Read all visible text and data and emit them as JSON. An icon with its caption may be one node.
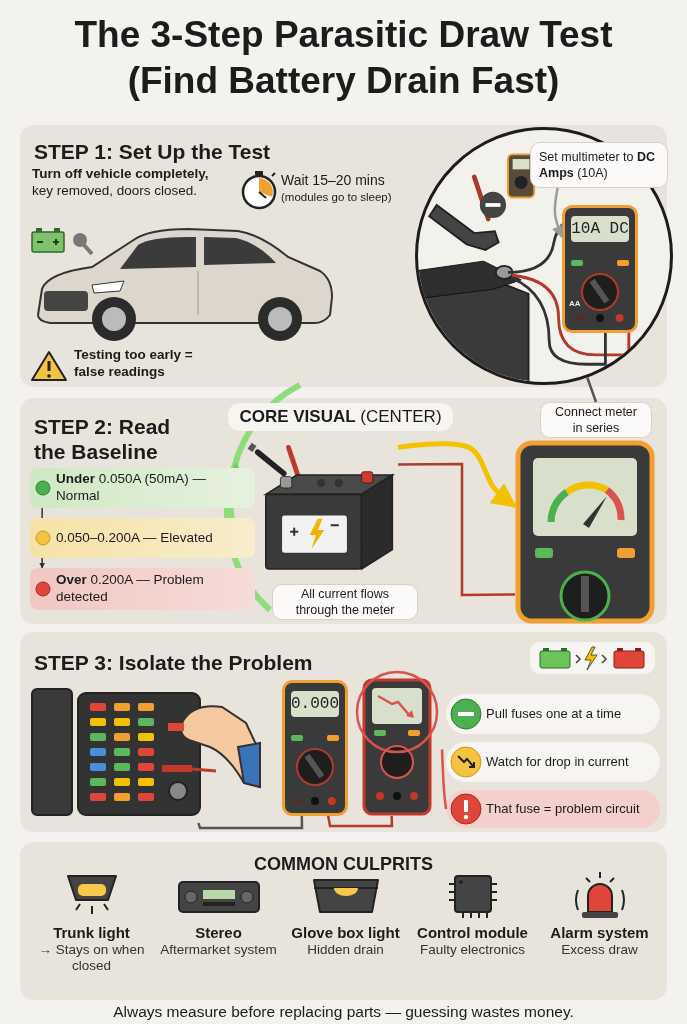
{
  "diagram": {
    "title": "The 3-Step Parasitic Draw Test (Find Battery Drain Fast)",
    "nodes": [
      {
        "text": [
          "STEP 1: Set Up the Test"
        ]
      },
      {
        "text": [],
        "shape": "circle",
        "in": 0
      },
      {
        "text": [
          "Set multimeter to **DC Amps** (10A)"
        ],
        "in": 1
      },
      {
        "text": [
          "10A DC",
          "AA"
        ],
        "in": 1
      },
      {
        "text": [
          "STEP 2: Read the Baseline"
        ]
      },
      {
        "text": [
          "**CORE VISUAL** (CENTER)"
        ],
        "in": 4
      },
      {
        "text": [
          "Connect meter in series"
        ],
        "in": 4
      },
      {
        "text": [
          "**Under** 0.050A (50mA) — Normal"
        ],
        "in": 4
      },
      {
        "text": [
          "0.050–0.200A — Elevated"
        ],
        "in": 4
      },
      {
        "text": [
          "**Over** 0.200A — Problem detected"
        ],
        "in": 4
      },
      {
        "text": [],
        "shape": "picture",
        "in": 4
      },
      {
        "text": [],
        "shape": "picture",
        "in": 4
      },
      {
        "text": [
          "All current flows through the meter"
        ],
        "in": 4
      },
      {
        "text": [
          "STEP 3: Isolate the Problem"
        ]
      },
      {
        "text": [],
        "shape": "picture",
        "in": 13
      },
      {
        "text": [
          "0.000"
        ],
        "in": 13
      },
      {
        "text": [],
        "shape": "picture",
        "in": 13
      },
      {
        "text": [
          "Pull fuses one at a time"
        ],
        "in": 13
      },
      {
        "text": [
          "Watch for drop in current"
        ],
        "in": 13
      },
      {
        "text": [
          "That fuse = problem circuit"
        ],
        "in": 13
      },
      {
        "text": [
          "COMMON CULPRITS"
        ]
      },
      {
        "text": [
          "Trunk light",
          "→ Stays on when closed"
        ],
        "in": 20
      },
      {
        "text": [
          "Stereo",
          "Aftermarket system"
        ],
        "in": 20
      },
      {
        "text": [
          "Glove box light",
          "Hidden drain"
        ],
        "in": 20
      },
      {
        "text": [
          "Control module",
          "Faulty electronics"
        ],
        "in": 20
      },
      {
        "text": [
          "Alarm system",
          "Excess draw"
        ],
        "in": 20
      }
    ],
    "edges": [
      {
        "from": 2,
        "to": 3,
        "arrow": "to",
        "color": "#9a9a9a"
      },
      {
        "from": 6,
        "to": 1,
        "arrow": "none"
      },
      {
        "from": 10,
        "to": 11,
        "arrow": "none",
        "color": "#b03a2e"
      },
      {
        "from": 10,
        "to": 11,
        "arrow": "to",
        "style": "thick",
        "color": "#f2c200"
      },
      {
        "from": 14,
        "to": 15,
        "arrow": "none"
      },
      {
        "from": 15,
        "to": 16,
        "arrow": "none",
        "color": "#b03a2e"
      },
      {
        "from": 16,
        "to": 19,
        "arrow": "none",
        "color": "#d9534f"
      },
      {
        "from": 7,
        "to": 8,
        "arrow": "none",
        "color": "#333333"
      },
      {
        "from": 8,
        "to": 9,
        "arrow": "to",
        "color": "#333333"
      }
    ],
    "labels": [
      "**Turn off vehicle completely,** key removed, doors closed.",
      "Wait 15–20 mins",
      "(modules go to sleep)",
      "Testing too early = false readings",
      "Always measure before replacing parts — guessing wastes money."
    ]
  }
}
